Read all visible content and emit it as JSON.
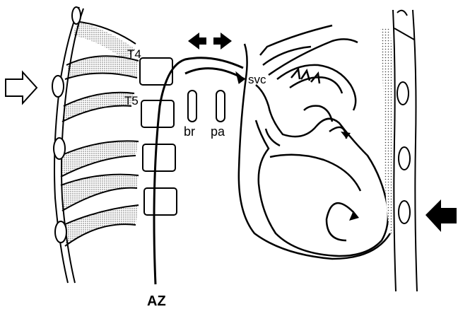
{
  "labels": {
    "t4": "T4",
    "t5": "T5",
    "br": "br",
    "pa": "pa",
    "svc": "svc",
    "az": "AZ"
  },
  "icons": {
    "view_left": "hollow-right-arrow-icon",
    "view_right": "solid-left-arrow-icon",
    "azygos_arch": "double-headed-arrow-icon"
  },
  "colors": {
    "ink": "#000000",
    "background": "#ffffff",
    "stipple": "#555555"
  }
}
